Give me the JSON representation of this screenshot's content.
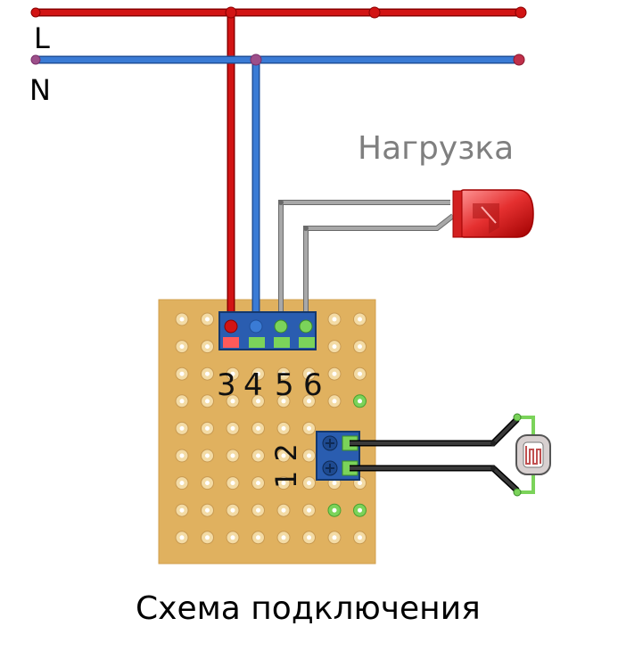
{
  "labels": {
    "line": "L",
    "neutral": "N",
    "load": "Нагрузка",
    "caption": "Схема подключения"
  },
  "terminals": {
    "t3": "3",
    "t4": "4",
    "t5": "5",
    "t6": "6",
    "t12": "1 2"
  },
  "colors": {
    "line_wire": "#c00000",
    "neutral_wire": "#3a7bd5",
    "signal_wire": "#9a9a9a",
    "sensor_wire": "#222222",
    "board": "#e0b15f",
    "terminal_block": "#2a5db0",
    "led": "#e53030",
    "green_pad": "#7bd35a"
  },
  "icons": {
    "load": "red-led-icon",
    "sensor": "photoresistor-icon"
  }
}
